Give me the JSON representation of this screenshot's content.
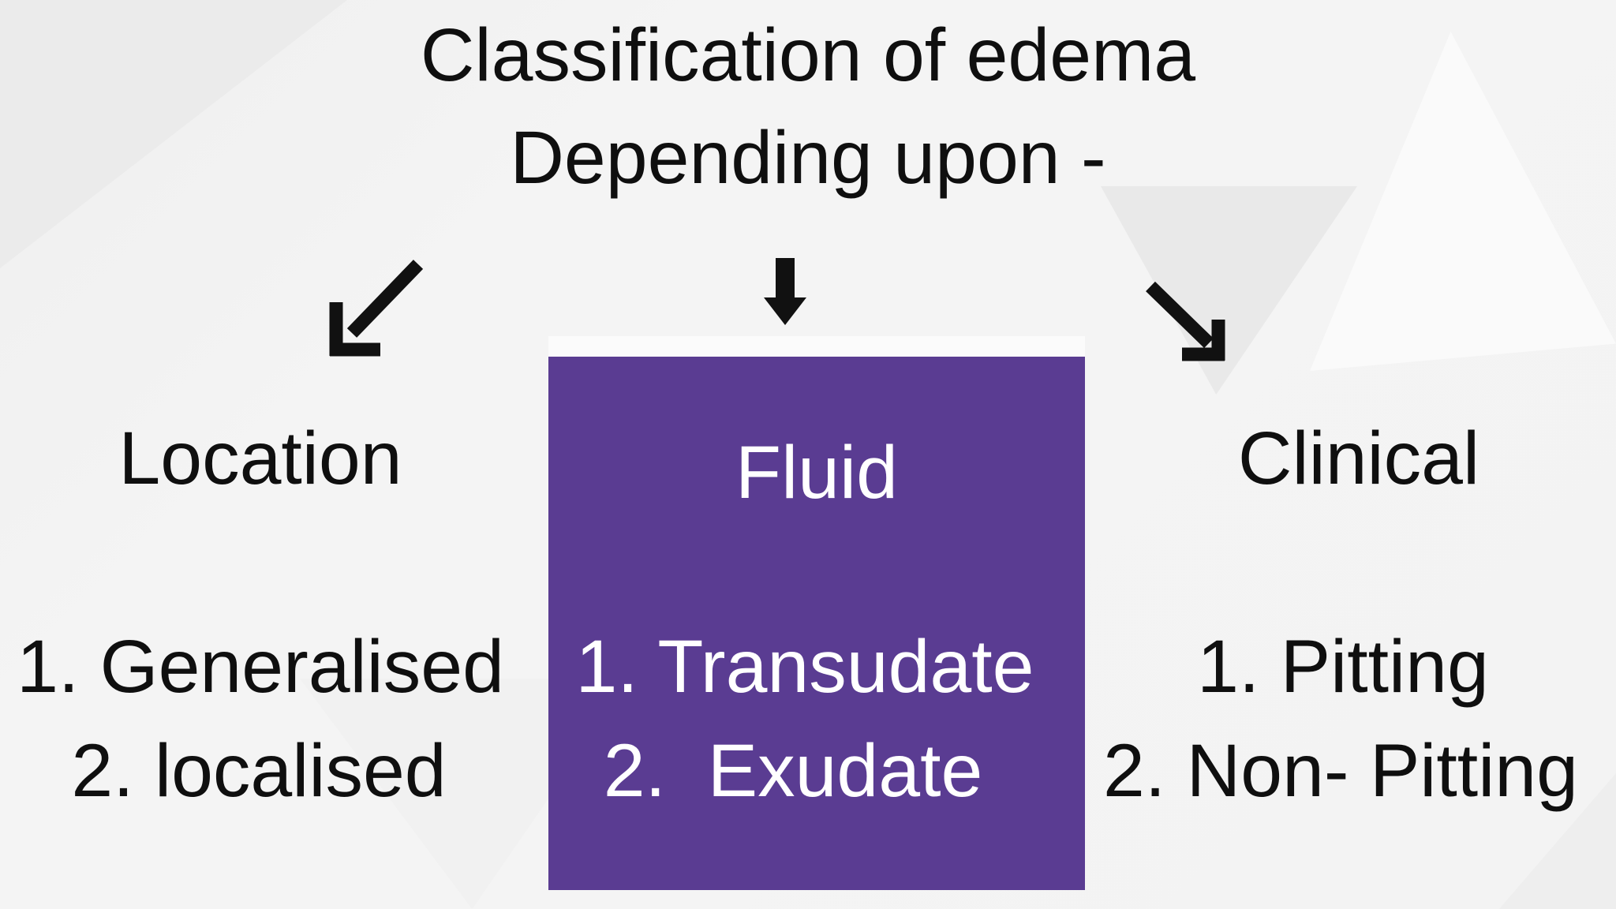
{
  "slide": {
    "title_line1": "Classification of edema",
    "title_line2": "Depending upon -",
    "columns": [
      {
        "heading": "Location",
        "items": [
          "1. Generalised",
          "2. localised"
        ]
      },
      {
        "heading": "Fluid",
        "items": [
          "1. Transudate",
          "2.  Exudate"
        ]
      },
      {
        "heading": "Clinical",
        "items": [
          "1. Pitting",
          "2. Non- Pitting"
        ]
      }
    ],
    "arrows": [
      {
        "name": "down-left-arrow"
      },
      {
        "name": "down-arrow"
      },
      {
        "name": "down-right-arrow"
      }
    ],
    "colors": {
      "accent_purple": "#5a3c92",
      "background": "#f3f3f3",
      "background_triangle_gray": "#e9e9e9",
      "text": "#0f0f0f",
      "box_text": "#ffffff",
      "arrow": "#111111"
    }
  }
}
